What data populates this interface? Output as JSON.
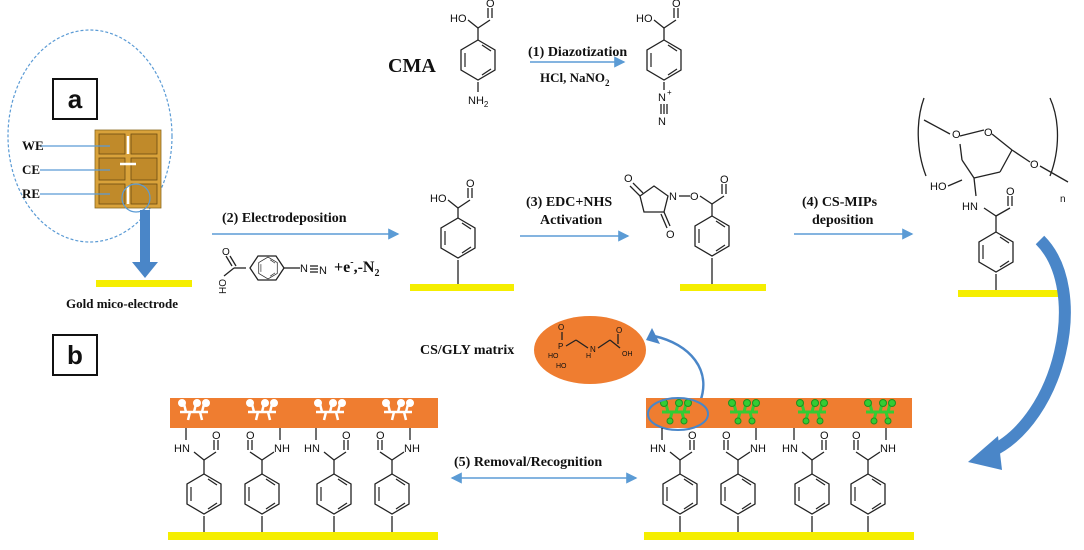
{
  "panels": {
    "a": "a",
    "b": "b"
  },
  "electrode": {
    "we": "WE",
    "ce": "CE",
    "re": "RE",
    "caption": "Gold mico-electrode"
  },
  "reagent": {
    "name": "CMA"
  },
  "steps": {
    "s1_title": "(1) Diazotization",
    "s1_reagents": "HCl, NaNO",
    "s1_sub": "2",
    "s2_title": "(2) Electrodeposition",
    "s2_tail": "+e",
    "s2_sup": "-",
    "s2_tail2": ",-N",
    "s2_sub": "2",
    "s3_line1": "(3) EDC+NHS",
    "s3_line2": "Activation",
    "s4_line1": "(4) CS-MIPs",
    "s4_line2": "deposition",
    "s5": "(5) Removal/Recognition"
  },
  "matrix": {
    "label": "CS/GLY matrix"
  },
  "atoms": {
    "ho": "HO",
    "oh": "OH",
    "o": "O",
    "n": "N",
    "nh2": "NH",
    "nh2_sub": "2",
    "plus": "+",
    "hn": "HN",
    "nh": "NH",
    "h": "H",
    "p": "P",
    "n_sub": "n"
  },
  "colors": {
    "gold_bar": "#f5ee00",
    "matrix_orange": "#ef7d30",
    "template_green": "#33cc33",
    "arrow_blue": "#5b9bd5",
    "curved_arrow": "#4a86c8",
    "chip_gold": "#d9a23a"
  }
}
